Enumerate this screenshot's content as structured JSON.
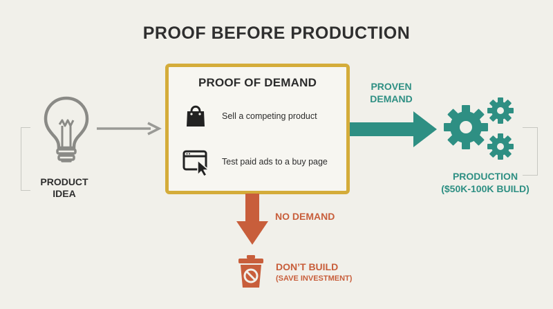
{
  "title": "PROOF BEFORE PRODUCTION",
  "idea": {
    "line1": "PRODUCT",
    "line2": "IDEA",
    "icon": "lightbulb-icon"
  },
  "proof_box": {
    "title": "PROOF OF DEMAND",
    "items": [
      {
        "icon": "shopping-bag-icon",
        "label": "Sell a competing product"
      },
      {
        "icon": "browser-cursor-icon",
        "label": "Test paid ads to a buy page"
      }
    ]
  },
  "proven": {
    "line1": "PROVEN",
    "line2": "DEMAND"
  },
  "production": {
    "line1": "PRODUCTION",
    "line2": "($50K-100K BUILD)",
    "icon": "gears-icon"
  },
  "no_demand": {
    "label": "NO DEMAND"
  },
  "dont_build": {
    "line1": "DON’T BUILD",
    "line2": "(SAVE INVESTMENT)",
    "icon": "trash-icon"
  },
  "colors": {
    "background": "#f1f0ea",
    "title_text": "#2f2f2f",
    "proof_border": "#d4ac3a",
    "green": "#2e8f83",
    "red": "#c85e3b",
    "grey_arrow": "#9a9a96",
    "bulb": "#8a8a86"
  }
}
